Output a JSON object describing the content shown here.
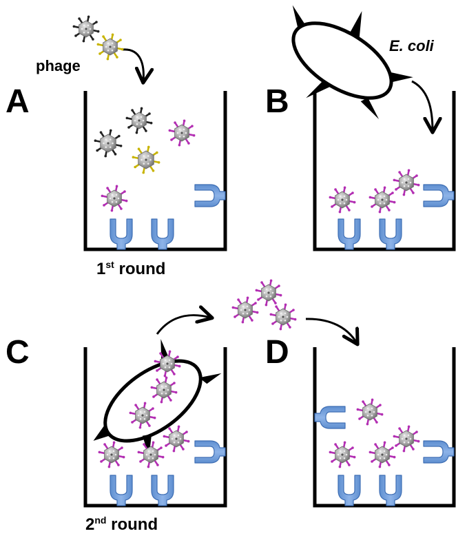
{
  "panels": {
    "a": {
      "letter": "A"
    },
    "b": {
      "letter": "B"
    },
    "c": {
      "letter": "C"
    },
    "d": {
      "letter": "D"
    }
  },
  "labels": {
    "phage": "phage",
    "ecoli": "E. coli"
  },
  "captions": {
    "round1": {
      "number": "1",
      "suffix": "st",
      "word": " round"
    },
    "round2": {
      "number": "2",
      "suffix": "nd",
      "word": " round"
    }
  },
  "colors": {
    "well_outline": "#000000",
    "receptor_fill": "#7ba3dd",
    "receptor_edge": "#3d6db3",
    "phage_body": "#a6a6a6",
    "phage_spike_binder": "#b32fb3",
    "phage_spike_nonbinder_black": "#222222",
    "phage_spike_nonbinder_yellow": "#c8b400",
    "ecoli_fill": "#ffffff",
    "ecoli_outline": "#000000"
  },
  "icons": {
    "phage": "phage-particle-icon",
    "receptor": "y-shaped-target-receptor-icon",
    "bacterium": "ecoli-cell-icon",
    "arrow": "curved-arrow-icon"
  }
}
